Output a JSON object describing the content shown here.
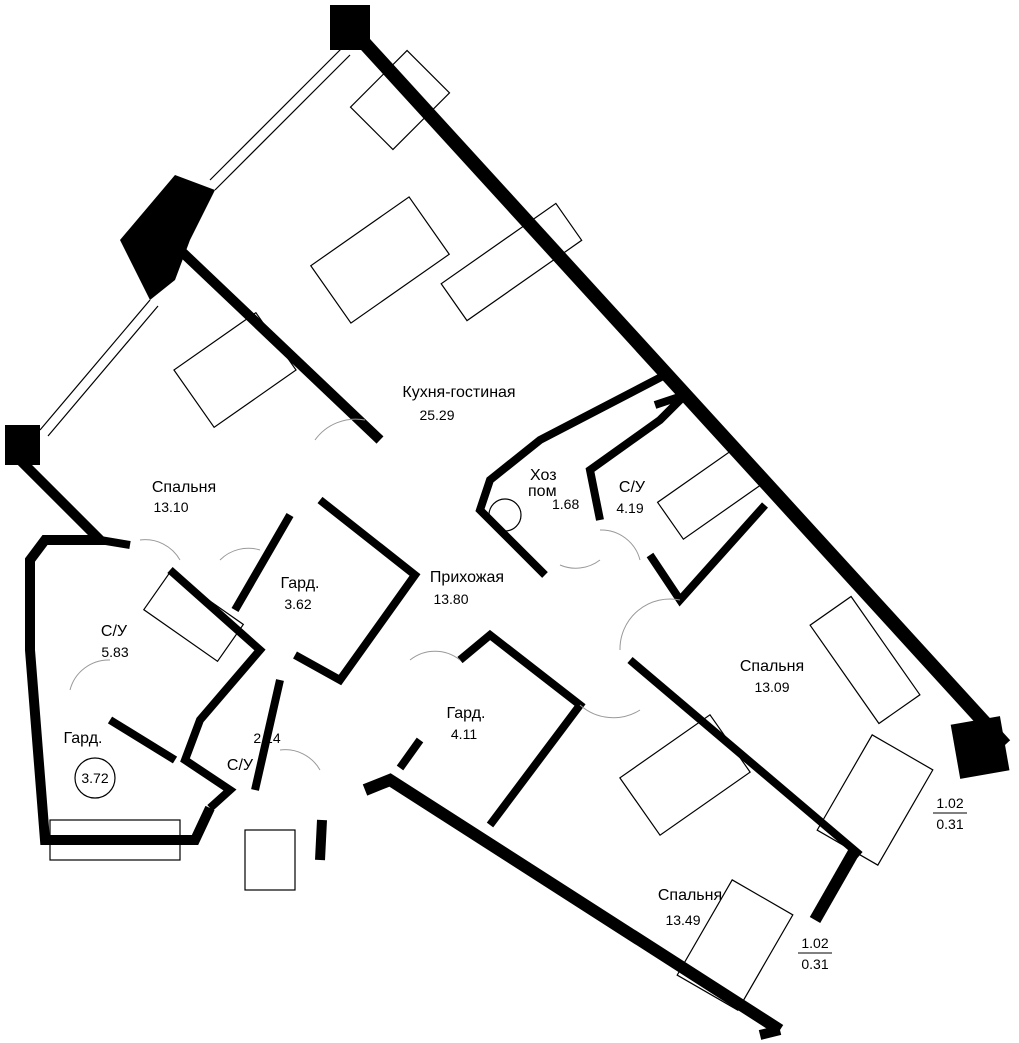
{
  "plan": {
    "rooms": [
      {
        "name": "Кухня-гостиная",
        "area": "25.29"
      },
      {
        "name": "Спальня",
        "area": "13.10"
      },
      {
        "name_line1": "Хоз",
        "name_line2": "пом",
        "area": "1.68"
      },
      {
        "name": "С/У",
        "area": "4.19"
      },
      {
        "name": "Прихожая",
        "area": "13.80"
      },
      {
        "name": "Гард.",
        "area": "3.62"
      },
      {
        "name": "С/У",
        "area": "5.83"
      },
      {
        "name": "Гард.",
        "area": "3.72"
      },
      {
        "name": "С/У",
        "area": "2.14"
      },
      {
        "name": "Гард.",
        "area": "4.11"
      },
      {
        "name": "Спальня",
        "area": "13.09"
      },
      {
        "name": "Спальня",
        "area": "13.49"
      }
    ],
    "balconies": [
      {
        "top": "1.02",
        "bottom": "0.31"
      },
      {
        "top": "1.02",
        "bottom": "0.31"
      }
    ],
    "colors": {
      "wall": "#000000",
      "background": "#ffffff"
    }
  }
}
